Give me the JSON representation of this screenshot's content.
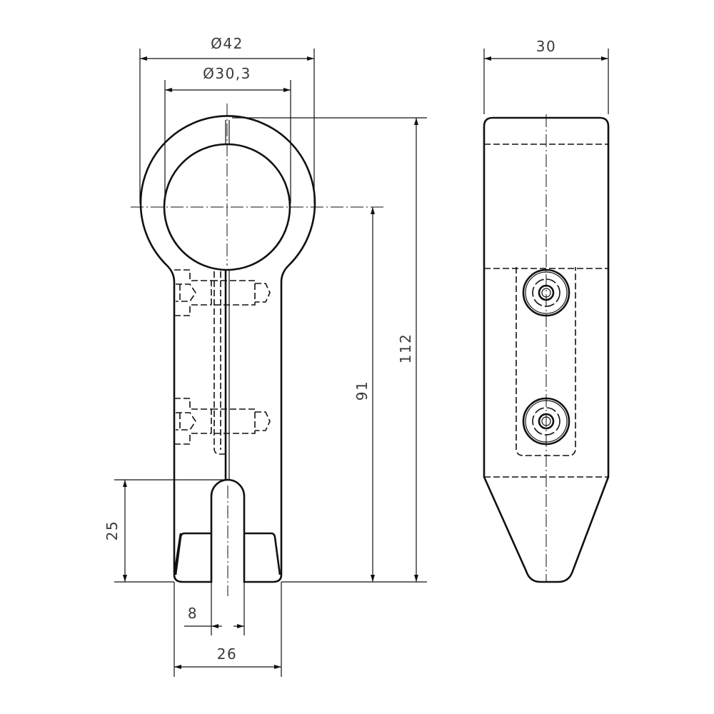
{
  "drawing": {
    "front_view": {
      "dimensions": {
        "outer_diameter": "Ø42",
        "inner_diameter": "Ø30,3",
        "total_height": "112",
        "center_height": "91",
        "slot_depth": "25",
        "slot_width": "8",
        "body_width": "26"
      }
    },
    "side_view": {
      "dimensions": {
        "thickness": "30"
      }
    }
  }
}
